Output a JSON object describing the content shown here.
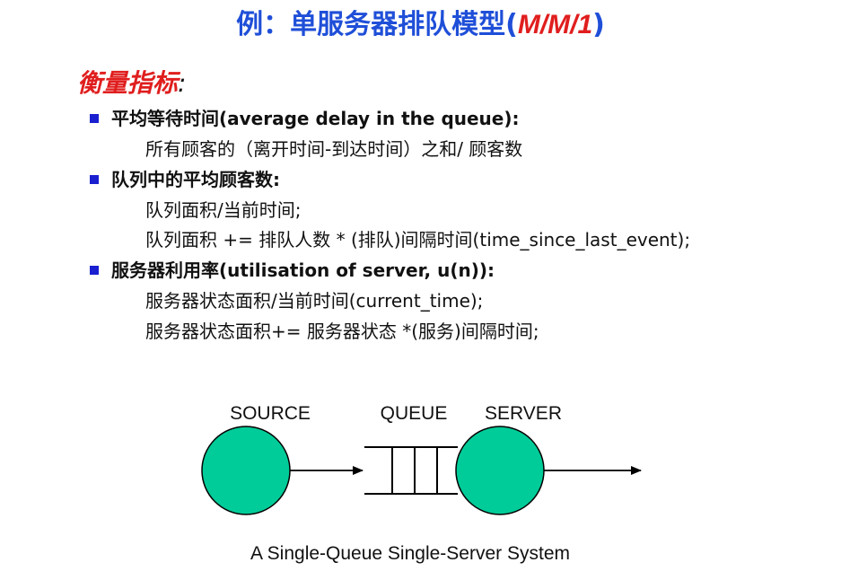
{
  "title": {
    "prefix": "例：单服务器排队模型(",
    "model": "M/M/1",
    "suffix": ")"
  },
  "subtitle": {
    "text": "衡量指标",
    "colon": ":"
  },
  "metrics": [
    {
      "label": "平均等待时间(average delay in the queue):",
      "details": [
        "所有顾客的（离开时间-到达时间）之和/ 顾客数"
      ]
    },
    {
      "label": "队列中的平均顾客数:",
      "details": [
        "队列面积/当前时间;",
        "队列面积 += 排队人数 * (排队)间隔时间(time_since_last_event);"
      ]
    },
    {
      "label": "服务器利用率(utilisation of server, u(n)):",
      "details": [
        "服务器状态面积/当前时间(current_time);",
        "服务器状态面积+= 服务器状态 *(服务)间隔时间;"
      ]
    }
  ],
  "diagram": {
    "source_label": "SOURCE",
    "queue_label": "QUEUE",
    "server_label": "SERVER",
    "caption": "A Single-Queue Single-Server System",
    "node_color": "#00cc99"
  },
  "colors": {
    "title_blue": "#1f4fd8",
    "accent_red": "#e01e1e",
    "bullet_blue": "#1a1fd0"
  }
}
